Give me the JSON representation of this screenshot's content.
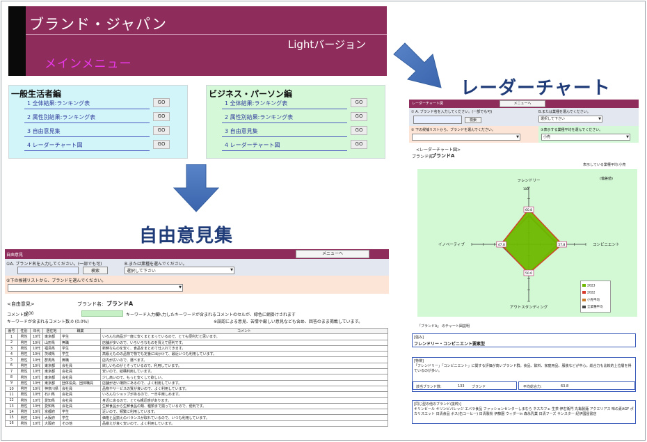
{
  "main_menu": {
    "title": "ブランド・ジャパン",
    "subtitle": "Lightバージョン",
    "menu_label": "メインメニュー",
    "go_label": "GO",
    "general": {
      "title": "一般生活者編",
      "items": [
        "1 全体結果:ランキング表",
        "2 属性別結果:ランキング表",
        "3 自由意見集",
        "4 レーダーチャート図"
      ]
    },
    "business": {
      "title": "ビジネス・パーソン編",
      "items": [
        "1 全体結果:ランキング表",
        "2 属性別結果:ランキング表",
        "3 自由意見集",
        "4 レーダーチャート図"
      ]
    }
  },
  "labels": {
    "radar": "レーダーチャート",
    "opinion": "自由意見集"
  },
  "opinion": {
    "title": "自由意見",
    "menu_button": "メニューへ",
    "step1": "①A. ブランド名を入力してください。(一部でも可)",
    "step1b": "B.または業種を選んでください。",
    "search_button": "検索",
    "select_placeholder": "選択して下さい",
    "step2": "②下の候補リストから、ブランドを選んでください。",
    "heading": "<自由意見>",
    "brand_label": "ブランド名:",
    "brand_name": "ブランドA",
    "count_label": "コメント数:",
    "count": "200",
    "keyword_label": "キーワード入力欄",
    "keyword_hint": ":入力したキーワードが含まれるコメントのセルが、緑色に網掛けされます",
    "keyword_count": "キーワードが含まれるコメント数:0 (0.0%)",
    "note": "※誤認による意見、苦情や厳しい意見なども含め、回答のまま掲載しています。",
    "columns": [
      "番号",
      "性別",
      "年代",
      "居住地",
      "職業",
      "コメント"
    ],
    "rows": [
      [
        "1",
        "男性",
        "10代",
        "東京都",
        "学生",
        "いろんな商品が一度に安くまとまっているので、とても便利だと思います。"
      ],
      [
        "2",
        "男性",
        "10代",
        "山形県",
        "無職",
        "店舗が多いので、いろいろなものを買えて便利です。"
      ],
      [
        "3",
        "男性",
        "10代",
        "福島県",
        "学生",
        "新鮮なものを安く、食品をまとめて仕入れてきます。"
      ],
      [
        "4",
        "男性",
        "10代",
        "茨城県",
        "学生",
        "高級えものの品物で物でも定番に出かけて、最近いつも利用しています。"
      ],
      [
        "5",
        "男性",
        "10代",
        "群馬県",
        "無職",
        "店内が広いので、選べます。"
      ],
      [
        "6",
        "男性",
        "10代",
        "東京都",
        "会社員",
        "欲しいものがとそっているので、利用しています。"
      ],
      [
        "7",
        "男性",
        "10代",
        "東京都",
        "会社員",
        "安いので、結構利用しています。"
      ],
      [
        "8",
        "男性",
        "10代",
        "東京都",
        "会社員",
        "少し高いので、もっと安くして欲しい。"
      ],
      [
        "9",
        "男性",
        "10代",
        "東京都",
        "団体役員、団体職員",
        "店舗が近い場所にあるので、よく利用しています。"
      ],
      [
        "10",
        "男性",
        "10代",
        "神奈川県",
        "会社員",
        "品物やサービスの質が良いので、よく利用しています。"
      ],
      [
        "11",
        "男性",
        "10代",
        "石川県",
        "会社員",
        "いろんなショップがあるので、一日中楽しめます。"
      ],
      [
        "12",
        "男性",
        "10代",
        "愛知県",
        "会社員",
        "身近にあるので、とても親近感があります。"
      ],
      [
        "13",
        "男性",
        "10代",
        "愛知県",
        "会社員",
        "生鮮食品から生鮮食品の類、種類まで揃っているので、便利です。"
      ],
      [
        "14",
        "男性",
        "10代",
        "京都府",
        "学生",
        "近いので、頻繁に利用しています。"
      ],
      [
        "15",
        "男性",
        "10代",
        "大阪府",
        "学生",
        "価格と品揃えのバランスが取れているので、いつも利用しています。"
      ],
      [
        "16",
        "男性",
        "10代",
        "大阪府",
        "その他",
        "品揃えが良く安いので、よく利用しています。"
      ]
    ]
  },
  "radar": {
    "title": "レーダーチャート図",
    "menu_button": "メニューへ",
    "step1": "① A. ブランド名を入力してください。(一部でも可)",
    "step1b": "B.または業種を選んでください。",
    "search_button": "検索",
    "select_placeholder": "選択して下さい",
    "step2": "② 下の候補リストから、ブランドを選んでください。",
    "step3": "③表示する業種平均を選んでください。",
    "step3_value": "小売",
    "heading": "<レーダーチャート図>",
    "brand_label": "ブランド名:",
    "brand_name": "ブランドA",
    "avg_note": "表示している業種平均:小売",
    "chart_unit": "(偏差値)",
    "chart_note": "「ブランドA」 のチャート図説明",
    "strength_label": "[強み]",
    "strength_value": "フレンドリー・コンビニエント要素型",
    "feature_label": "[特徴]",
    "feature_text": "「フレンドリー」「コンビニエント」に関する評価が高いブランド群。食品、飲料、家庭用品、服装などが中心。総合力も比較的上位層を得ているのが多い。",
    "same_count_label": "該当ブランド数:",
    "same_count": "133",
    "same_count_unit": "ブランド",
    "avg_power_label": "平均総合力:",
    "avg_power": "63.8",
    "same_brands_label": "[同じ型の他のブランド(抜粋)]",
    "same_brands_text": "キリンビール キリンビバレッジ エバラ食品 ファッションセンターしまむら ネスカフェ 生茶 伊右衛門 丸亀製麺 アクエリアス 味の素AGF ポカリスエット 日清食品 ボス(缶コーヒー) 日清製粉 伊藤園 ウィダーin 森永乳業 日清フーズ サンスター 紀伊國屋書店"
  },
  "chart_data": {
    "type": "radar",
    "title": "",
    "axes": [
      "フレンドリー",
      "コンビニエント",
      "アウトスタンディング",
      "イノベーティブ"
    ],
    "range": [
      0,
      100
    ],
    "value_labels": [
      "60.8",
      "57.8",
      "50.0",
      "47.8"
    ],
    "series": [
      {
        "name": "2023",
        "values": [
          60.8,
          57.8,
          50.0,
          47.8
        ],
        "color": "#6fb800"
      },
      {
        "name": "2022",
        "values": [
          61.5,
          58.5,
          51.0,
          48.5
        ],
        "color": "#d73b2c"
      },
      {
        "name": "小売平均",
        "values": [
          52,
          52,
          49,
          49
        ],
        "color": "#c87a2a"
      },
      {
        "name": "全業種平均",
        "values": [
          50,
          50,
          50,
          50
        ],
        "color": "#444444"
      }
    ],
    "legend_position": "right"
  }
}
